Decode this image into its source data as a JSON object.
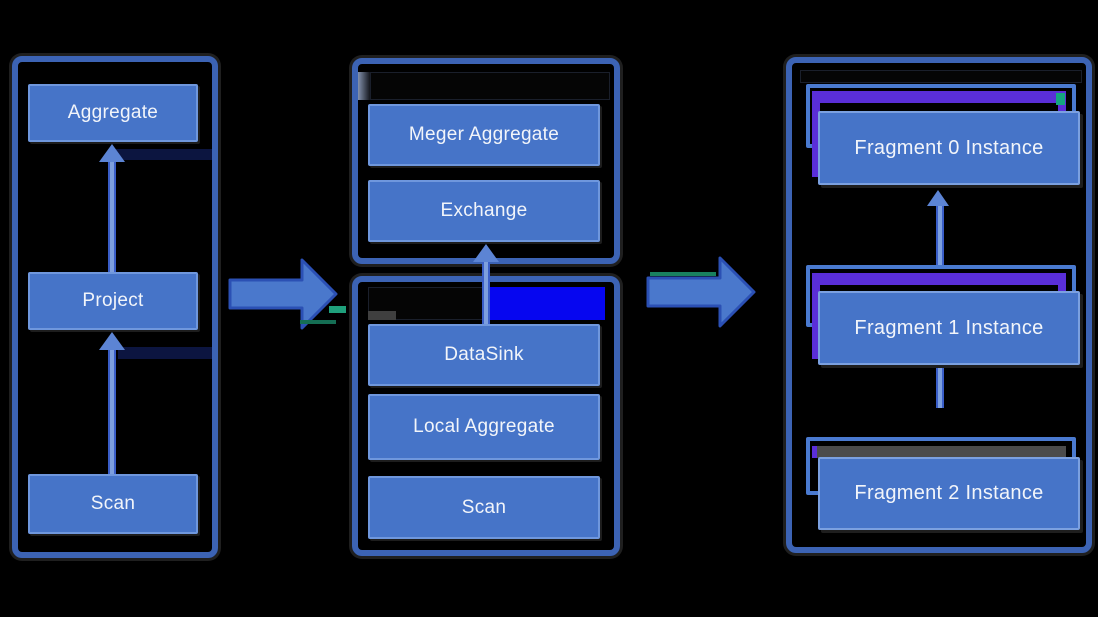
{
  "diagram": {
    "left": {
      "nodes": [
        {
          "label": "Aggregate"
        },
        {
          "label": "Project"
        },
        {
          "label": "Scan"
        }
      ]
    },
    "middle": {
      "top": {
        "nodes": [
          {
            "label": "Meger Aggregate"
          },
          {
            "label": "Exchange"
          }
        ]
      },
      "bottom": {
        "nodes": [
          {
            "label": "DataSink"
          },
          {
            "label": "Local Aggregate"
          },
          {
            "label": "Scan"
          }
        ]
      }
    },
    "right": {
      "instances": [
        {
          "label": "Fragment 0 Instance"
        },
        {
          "label": "Fragment 1 Instance"
        },
        {
          "label": "Fragment 2 Instance"
        }
      ]
    },
    "colors": {
      "background": "#000000",
      "panel_border": "#3C63B4",
      "node_fill": "#4674C8",
      "node_border": "#6F97DD",
      "arrow_fill": "#4A78CC",
      "arrow_stroke": "#2B50B4",
      "highlight_purple": "#5A2ED8",
      "highlight_blue": "#0606F0",
      "highlight_gray": "#4B4B4B"
    }
  }
}
